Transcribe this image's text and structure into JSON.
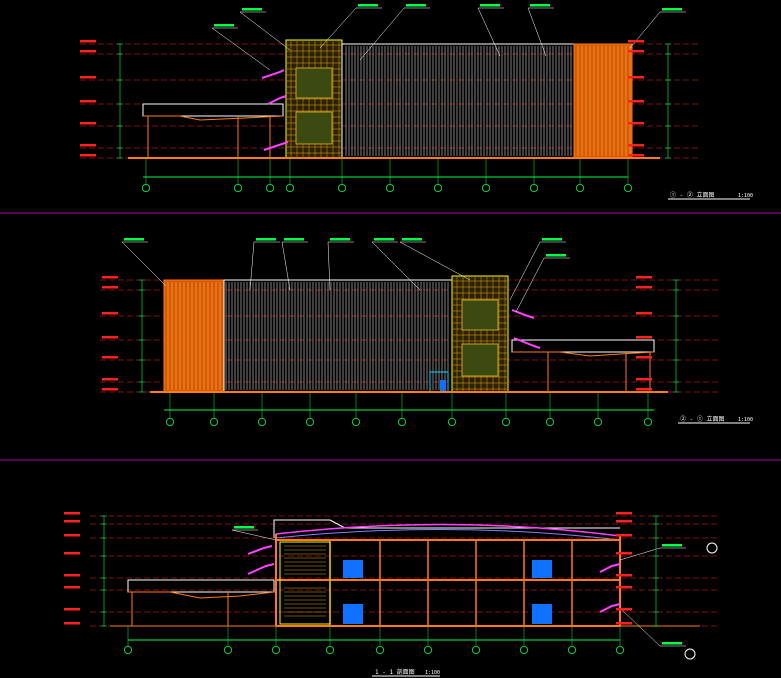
{
  "colors": {
    "background": "#000000",
    "divider": "#b000b0",
    "outline": "#ffffff",
    "grid_red": "#ff2020",
    "axis_green": "#00ff40",
    "facade_orange": "#ff7a10",
    "fin_white": "#d8d8d8",
    "yellow": "#ffff00",
    "magenta": "#ff40ff",
    "cyan": "#00e0ff",
    "window_blue": "#1070ff",
    "screen_gold": "#c8a020"
  },
  "icons": {
    "axis_marker": "circle-axis-bubble-icon",
    "section_mark": "section-cut-mark-icon"
  },
  "drawings": {
    "elevation_1": {
      "caption": "① - ② 立面图",
      "scale": "1:100"
    },
    "elevation_2": {
      "caption": "② - ① 立面图",
      "scale": "1:100"
    },
    "section": {
      "caption": "1 - 1 剖面图",
      "scale": "1:100"
    }
  }
}
